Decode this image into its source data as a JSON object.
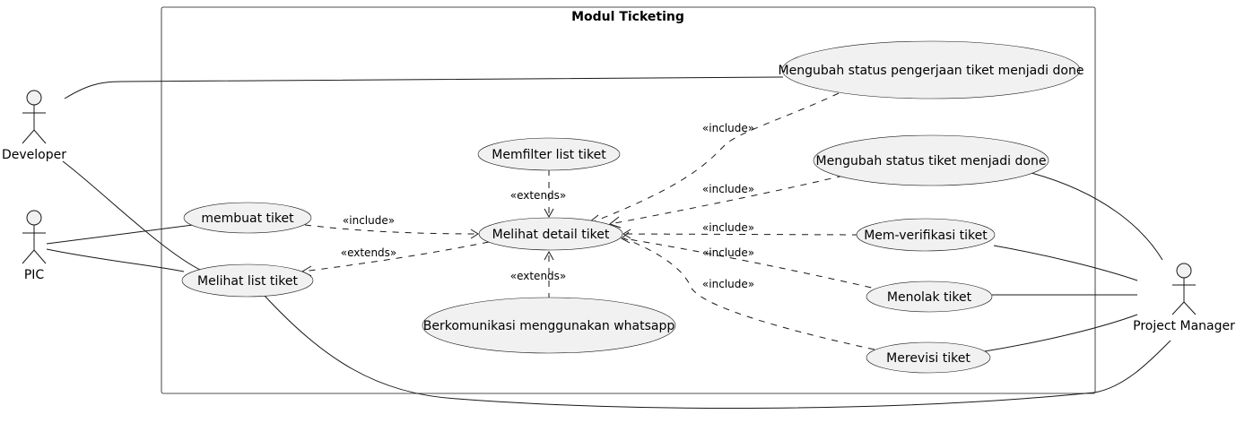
{
  "system": {
    "title": "Modul Ticketing"
  },
  "actors": {
    "developer": "Developer",
    "pic": "PIC",
    "project_manager": "Project Manager"
  },
  "use_cases": {
    "mengubah_status_pengerjaan": "Mengubah status pengerjaan tiket menjadi done",
    "memfilter_list": "Memfilter list tiket",
    "mengubah_status_tiket": "Mengubah status tiket menjadi done",
    "membuat_tiket": "membuat tiket",
    "melihat_detail": "Melihat detail tiket",
    "mem_verifikasi": "Mem-verifikasi tiket",
    "melihat_list": "Melihat list tiket",
    "menolak": "Menolak tiket",
    "berkomunikasi": "Berkomunikasi menggunakan whatsapp",
    "merevisi": "Merevisi tiket"
  },
  "relations": {
    "include_1": "«include»",
    "include_2": "«include»",
    "include_3": "«include»",
    "include_4": "«include»",
    "include_5": "«include»",
    "include_6": "«include»",
    "extends_1": "«extends»",
    "extends_2": "«extends»",
    "extends_3": "«extends»"
  }
}
